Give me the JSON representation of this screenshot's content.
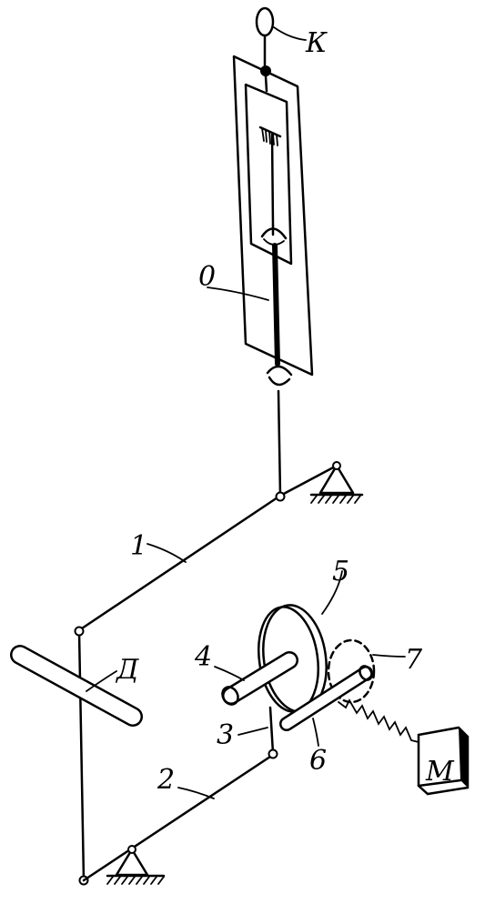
{
  "labels": {
    "k": "К",
    "zero": "0",
    "one": "1",
    "two": "2",
    "three": "3",
    "four": "4",
    "five": "5",
    "six": "6",
    "seven": "7",
    "d": "Д",
    "m": "М"
  }
}
